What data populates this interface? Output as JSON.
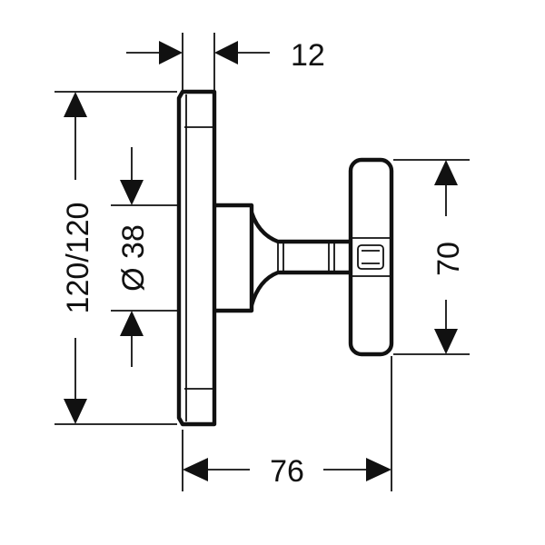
{
  "dimensions": {
    "plate_thickness": "12",
    "plate_size": "120/120",
    "hub_diameter": "Ø 38",
    "handle_height": "70",
    "total_depth": "76"
  },
  "colors": {
    "line": "#111111",
    "background": "#ffffff"
  }
}
